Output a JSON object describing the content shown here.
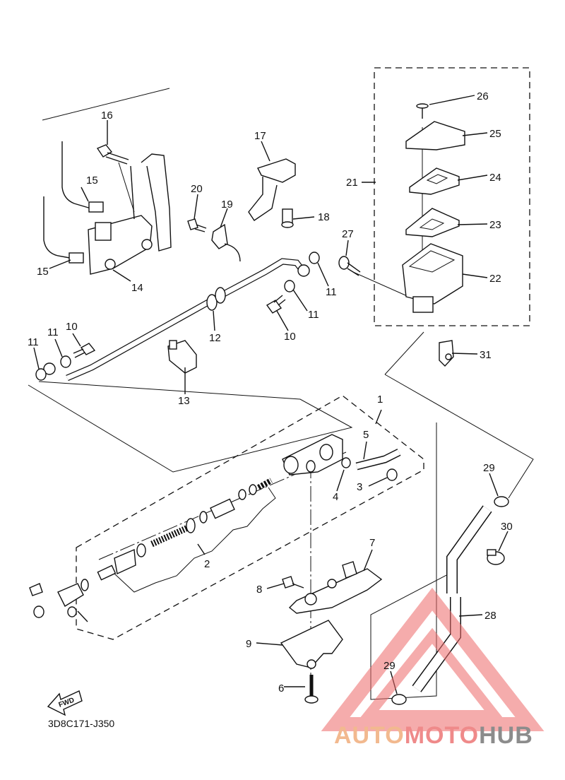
{
  "diagram": {
    "labels": [
      {
        "id": "l1",
        "text": "1"
      },
      {
        "id": "l2",
        "text": "2"
      },
      {
        "id": "l3",
        "text": "3"
      },
      {
        "id": "l4",
        "text": "4"
      },
      {
        "id": "l5",
        "text": "5"
      },
      {
        "id": "l6",
        "text": "6"
      },
      {
        "id": "l7",
        "text": "7"
      },
      {
        "id": "l8",
        "text": "8"
      },
      {
        "id": "l9",
        "text": "9"
      },
      {
        "id": "l10a",
        "text": "10"
      },
      {
        "id": "l10b",
        "text": "10"
      },
      {
        "id": "l11a",
        "text": "11"
      },
      {
        "id": "l11b",
        "text": "11"
      },
      {
        "id": "l11c",
        "text": "11"
      },
      {
        "id": "l11d",
        "text": "11"
      },
      {
        "id": "l12",
        "text": "12"
      },
      {
        "id": "l13",
        "text": "13"
      },
      {
        "id": "l14",
        "text": "14"
      },
      {
        "id": "l15a",
        "text": "15"
      },
      {
        "id": "l15b",
        "text": "15"
      },
      {
        "id": "l16",
        "text": "16"
      },
      {
        "id": "l17",
        "text": "17"
      },
      {
        "id": "l18",
        "text": "18"
      },
      {
        "id": "l19",
        "text": "19"
      },
      {
        "id": "l20",
        "text": "20"
      },
      {
        "id": "l21",
        "text": "21"
      },
      {
        "id": "l22",
        "text": "22"
      },
      {
        "id": "l23",
        "text": "23"
      },
      {
        "id": "l24",
        "text": "24"
      },
      {
        "id": "l25",
        "text": "25"
      },
      {
        "id": "l26",
        "text": "26"
      },
      {
        "id": "l27",
        "text": "27"
      },
      {
        "id": "l28",
        "text": "28"
      },
      {
        "id": "l29a",
        "text": "29"
      },
      {
        "id": "l29b",
        "text": "29"
      },
      {
        "id": "l30",
        "text": "30"
      },
      {
        "id": "l31",
        "text": "31"
      }
    ],
    "fwd_label": "FWD",
    "drawing_code": "3D8C171-J350"
  },
  "watermark": {
    "part1": "AUTO",
    "part2": "MOTO",
    "part3": "HUB",
    "colors": {
      "auto": "#f2b98f",
      "moto": "#ef8a8a",
      "hub": "#8c8c8c",
      "triangle": "#ee6a6a"
    }
  }
}
